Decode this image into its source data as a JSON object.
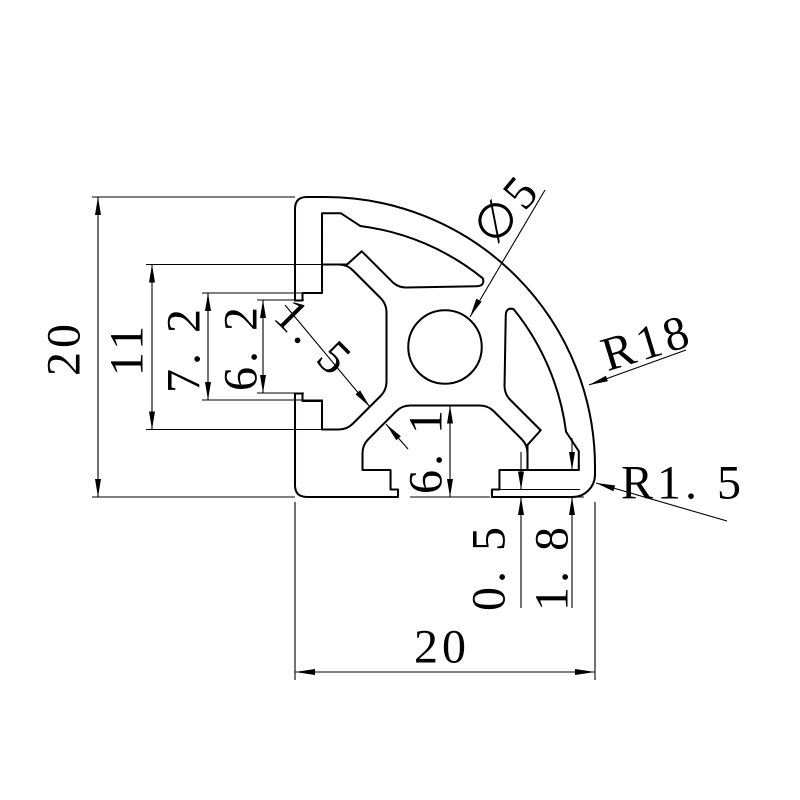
{
  "drawing": {
    "title": "2020R aluminium extrusion profile cross-section",
    "background": "#ffffff",
    "line_color": "#000000",
    "labels": {
      "overall_height": "20",
      "cavity_width": "11",
      "rebate_width": "7. 2",
      "slot_opening": "6. 2",
      "web_thickness": "1. 5",
      "center_hole_dia": "∅5",
      "corner_radius": "R18",
      "fillet_radius": "R1. 5",
      "slot_depth": "6. 1",
      "lip_step": "0. 5",
      "lip_thickness": "1. 8",
      "overall_width": "20"
    }
  }
}
